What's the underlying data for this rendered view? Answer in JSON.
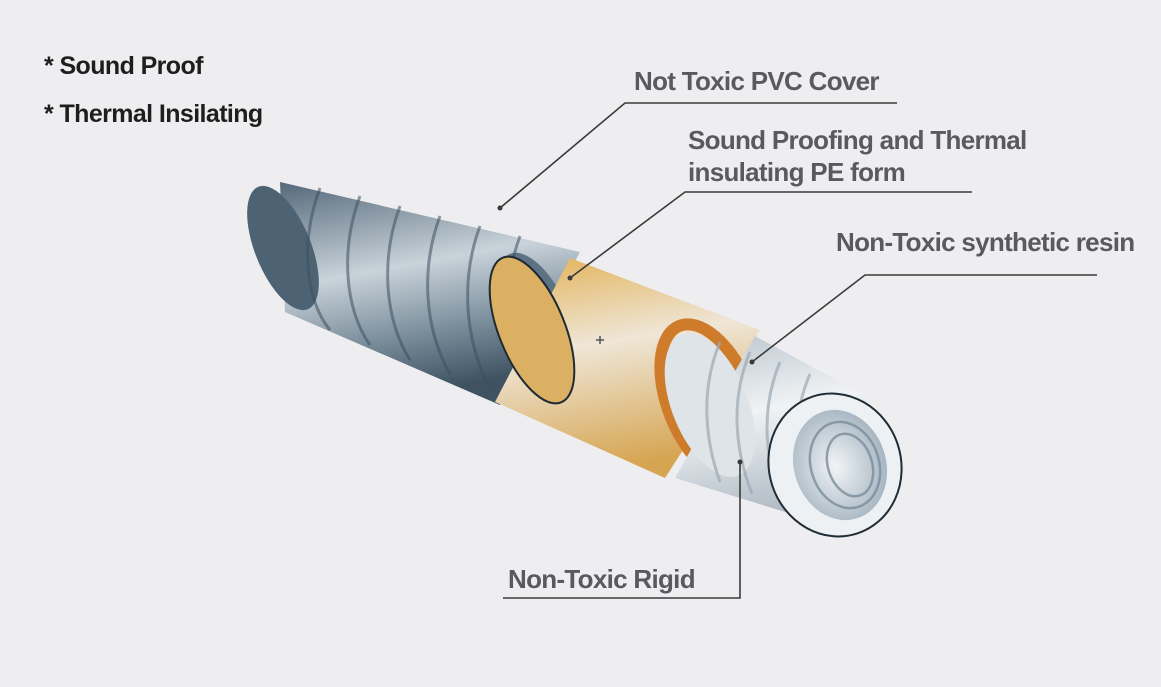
{
  "features": [
    "* Sound Proof",
    "* Thermal Insilating"
  ],
  "layers": {
    "cover": "Not Toxic PVC Cover",
    "foam_line1": "Sound Proofing and Thermal",
    "foam_line2": "insulating  PE form",
    "resin": "Non-Toxic synthetic resin",
    "rigid": "Non-Toxic Rigid"
  },
  "colors": {
    "background": "#eeeef0",
    "cover": "#6f8595",
    "foam": "#d9ab55",
    "foam_ring": "#cf7b2c",
    "resin": "#e2e6ea",
    "leader_line": "#3a3a3a"
  }
}
